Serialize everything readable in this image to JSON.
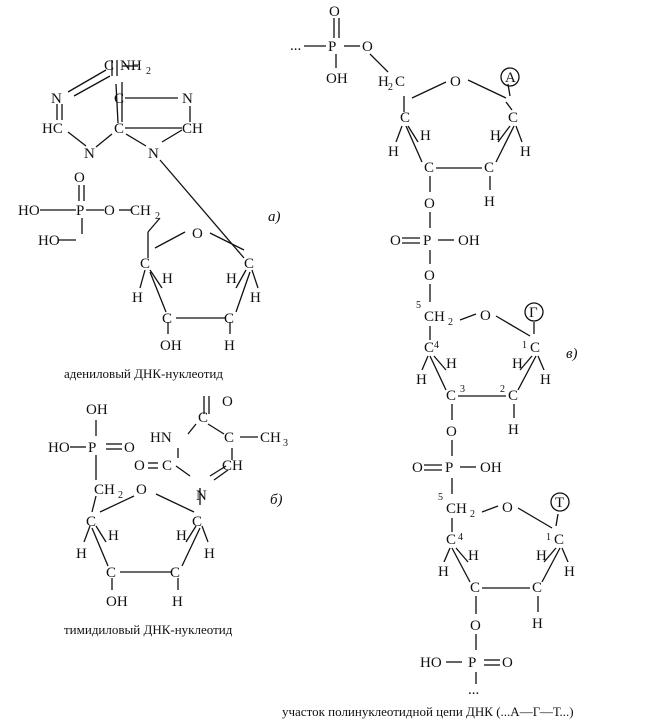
{
  "captions": {
    "adenyl": "адениловый ДНК-нуклеотид",
    "thymidyl": "тимидиловый ДНК-нуклеотид",
    "chain": "участок полинуклеотидной цепи ДНК (...А—Г—Т...)"
  },
  "labels": {
    "a": "а)",
    "b": "б)",
    "v": "в)"
  },
  "atoms": {
    "N": "N",
    "C": "C",
    "H": "H",
    "O": "O",
    "P": "P",
    "NH2": "NH",
    "two": "2",
    "HC": "HC",
    "CH": "CH",
    "HN": "HN",
    "HO": "HO",
    "OH": "OH",
    "CH2": "CH",
    "H2C_H": "H",
    "CH3": "CH",
    "three": "3",
    "dots": "...",
    "dash": "—"
  },
  "bases": {
    "A": "А",
    "G": "Г",
    "T": "Т"
  },
  "positions": {
    "five": "5",
    "four": "4",
    "three": "3",
    "two": "2",
    "one": "1"
  }
}
